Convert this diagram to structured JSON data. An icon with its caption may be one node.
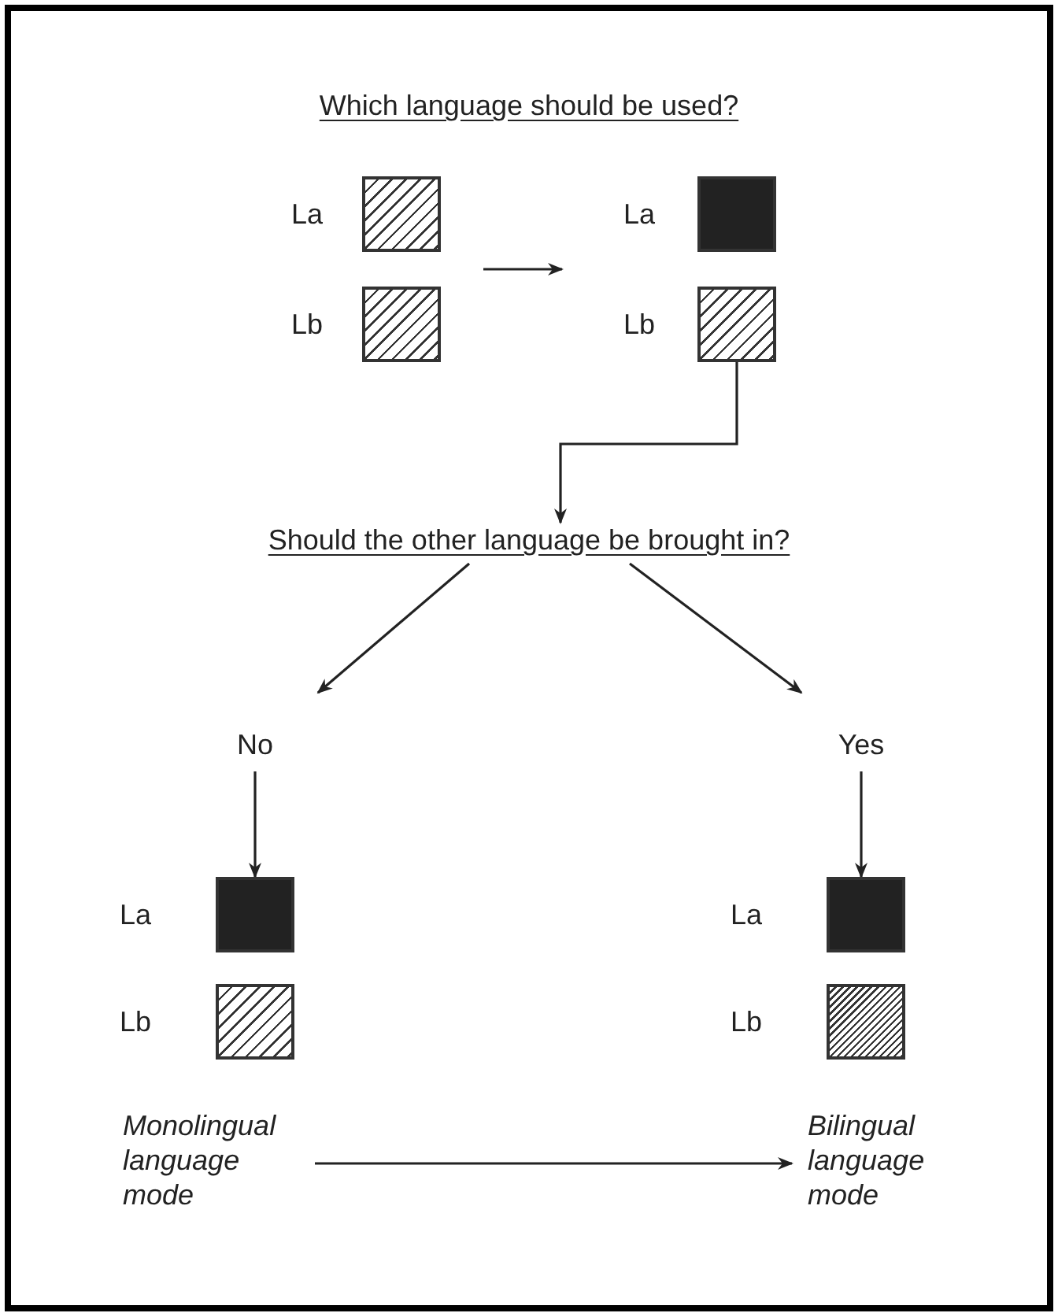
{
  "diagram": {
    "nodes": [
      {
        "text": [
          "La"
        ]
      },
      {
        "text": [
          "Lb"
        ]
      },
      {
        "text": [
          "La"
        ]
      },
      {
        "text": [
          "Lb"
        ]
      },
      {
        "text": [
          "Should the other language be brought in?"
        ]
      },
      {
        "text": [
          "No"
        ]
      },
      {
        "text": [
          "Yes"
        ]
      },
      {
        "text": [
          "La"
        ]
      },
      {
        "text": [
          "Lb"
        ]
      },
      {
        "text": [
          "La"
        ]
      },
      {
        "text": [
          "Lb"
        ]
      },
      {
        "text": [
          "Monolingual language mode"
        ]
      },
      {
        "text": [
          "Bilingual language mode"
        ]
      }
    ],
    "edges": [
      {
        "from": 0,
        "to": 2,
        "arrow": "to"
      },
      {
        "from": 3,
        "to": 4,
        "arrow": "to"
      },
      {
        "from": 4,
        "to": 5,
        "arrow": "to"
      },
      {
        "from": 4,
        "to": 6,
        "arrow": "to"
      },
      {
        "from": 5,
        "to": 7,
        "arrow": "to"
      },
      {
        "from": 6,
        "to": 9,
        "arrow": "to"
      },
      {
        "from": 11,
        "to": 12,
        "arrow": "to"
      }
    ],
    "labels": [
      "Which language should be used?"
    ]
  }
}
